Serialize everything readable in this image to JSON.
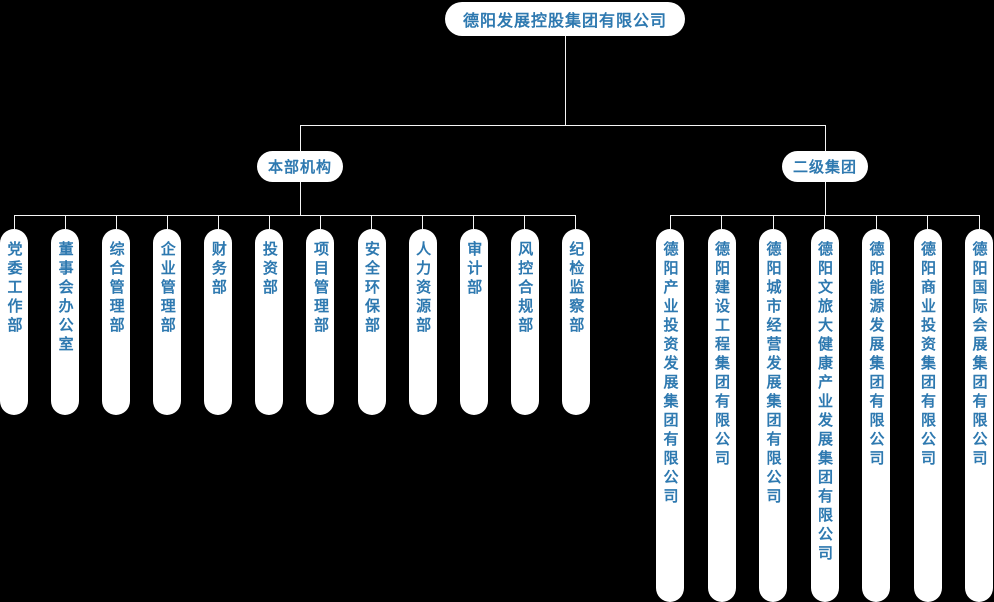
{
  "root": {
    "label": "德阳发展控股集团有限公司"
  },
  "colors": {
    "text_blue": "#2e79b0",
    "pill_bg": "#ffffff",
    "line": "#f5f5f5",
    "background": "#000000"
  },
  "branches": {
    "headquarters": {
      "label": "本部机构",
      "items": [
        "党委工作部",
        "董事会办公室",
        "综合管理部",
        "企业管理部",
        "财务部",
        "投资部",
        "项目管理部",
        "安全环保部",
        "人力资源部",
        "审计部",
        "风控合规部",
        "纪检监察部"
      ]
    },
    "subsidiaries": {
      "label": "二级集团",
      "items": [
        "德阳产业投资发展集团有限公司",
        "德阳建设工程集团有限公司",
        "德阳城市经营发展集团有限公司",
        "德阳文旅大健康产业发展集团有限公司",
        "德阳能源发展集团有限公司",
        "德阳商业投资集团有限公司",
        "德阳国际会展集团有限公司"
      ]
    }
  }
}
